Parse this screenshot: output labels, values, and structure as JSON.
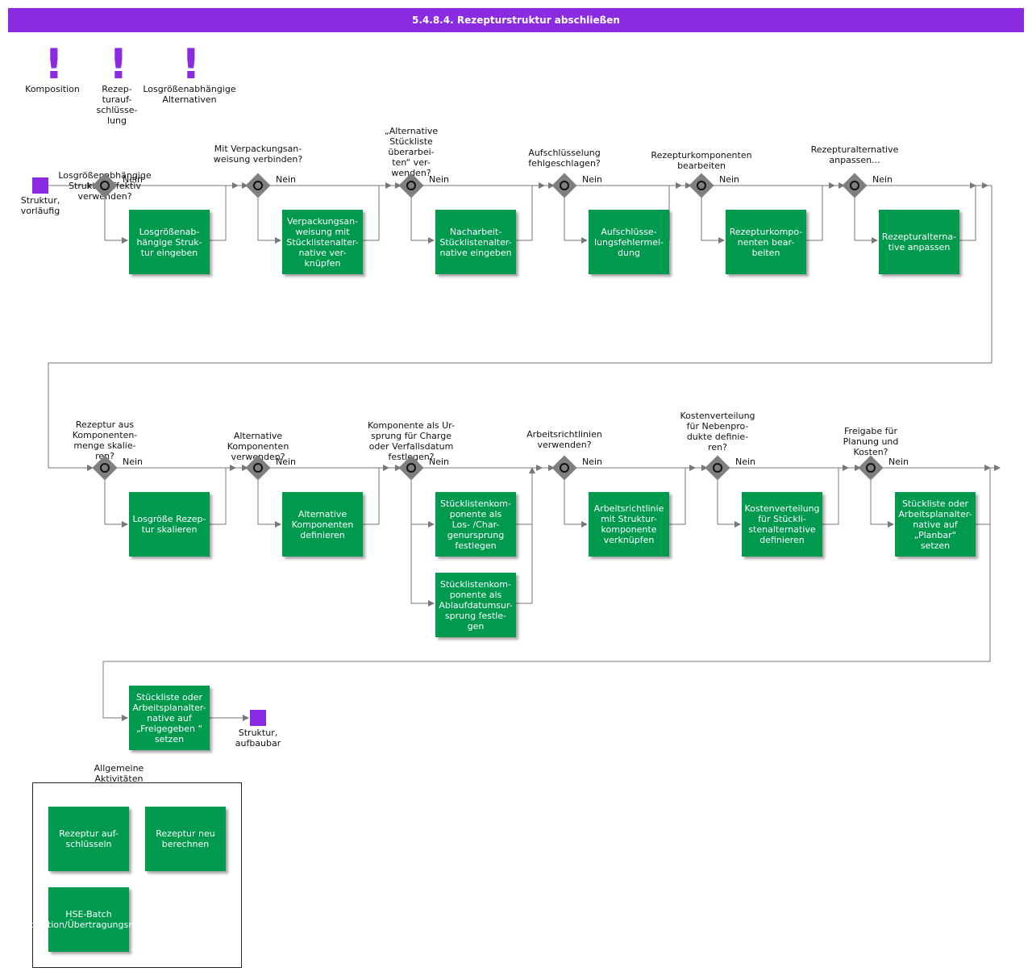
{
  "header": {
    "title": "5.4.8.4. Rezepturstruktur abschließen"
  },
  "colors": {
    "header": "#8a2be2",
    "task": "#009a4e",
    "event": "#8a2be2",
    "gateway": "#7f7f7f"
  },
  "warnings": [
    {
      "icon": "exclamation-icon",
      "label": "Komposition"
    },
    {
      "icon": "exclamation-icon",
      "label": "Rezep-\nturauf-\nschlüsse-\nlung"
    },
    {
      "icon": "exclamation-icon",
      "label": "Losgrößenabhängige\nAlternativen"
    }
  ],
  "events": {
    "start": "Struktur,\nvorläufig",
    "end": "Struktur,\naufbaubar"
  },
  "gateway_no_label": "Nein",
  "gateways": [
    "Losgrößenabhängige\nStruktur effektiv\nverwenden?",
    "Mit   Verpackungsan-\nweisung    verbinden?",
    "„Alternative\nStückliste\nüberarbei-\nten“ ver-\nwenden?",
    "Aufschlüsselung\nfehlgeschlagen?",
    "Rezepturkomponenten\nbearbeiten",
    "Rezepturalternative\nanpassen...",
    "Rezeptur aus\nKomponenten-\nmenge skalie-\nren?",
    "Alternative\nKomponenten\nverwenden?",
    "Komponente als Ur-\nsprung für Charge\noder Verfallsdatum\nfestlegen?",
    "Arbeitsrichtlinien\nverwenden?",
    "Kostenverteilung\nfür  Nebenpro-\ndukte  definie-\nren?",
    "Freigabe für\nPlanung und\nKosten?"
  ],
  "tasks": [
    "Losgrößenab-\nhängige  Struk-\ntur eingeben",
    "Verpackungsan-\nweisung    mit\nStücklistenalter-\nnative    ver-\nknüpfen",
    "Nacharbeit-\nStücklistenalter-\nnative  eingeben",
    "Aufschlüsse-\nlungsfehlermel-\ndung",
    "Rezepturkompo-\nnenten   bear-\nbeiten",
    "Rezepturalterna-\ntive anpassen",
    "Losgröße Rezep-\ntur skalieren",
    "Alternative\nKomponenten\ndefinieren",
    "Stücklistenkom-\nponente    als\nLos-  /Char-\ngenursprung\nfestlegen",
    "Stücklistenkom-\nponente    als\nAblaufdatumsur-\nsprung   festle-\ngen",
    "Arbeitsrichtlinie\nmit Struktur-\nkomponente\nverknüpfen",
    "Kostenverteilung\nfür    Stückli-\nstenalternative\ndefinieren",
    "Stückliste oder\nArbeitsplanalter-\nnative      auf\n„Planbar“\nsetzen",
    "Stückliste oder\nArbeitsplanalter-\nnative      auf\n„Freigegeben  “\nsetzen"
  ],
  "group": {
    "title": "Allgemeine\nAktivitäten",
    "tasks": [
      "Rezeptur auf-\nschlüsseln",
      "Rezeptur neu\nberechnen",
      "HSE-Batch\nKomposition/Übertragungsmeldung"
    ]
  }
}
